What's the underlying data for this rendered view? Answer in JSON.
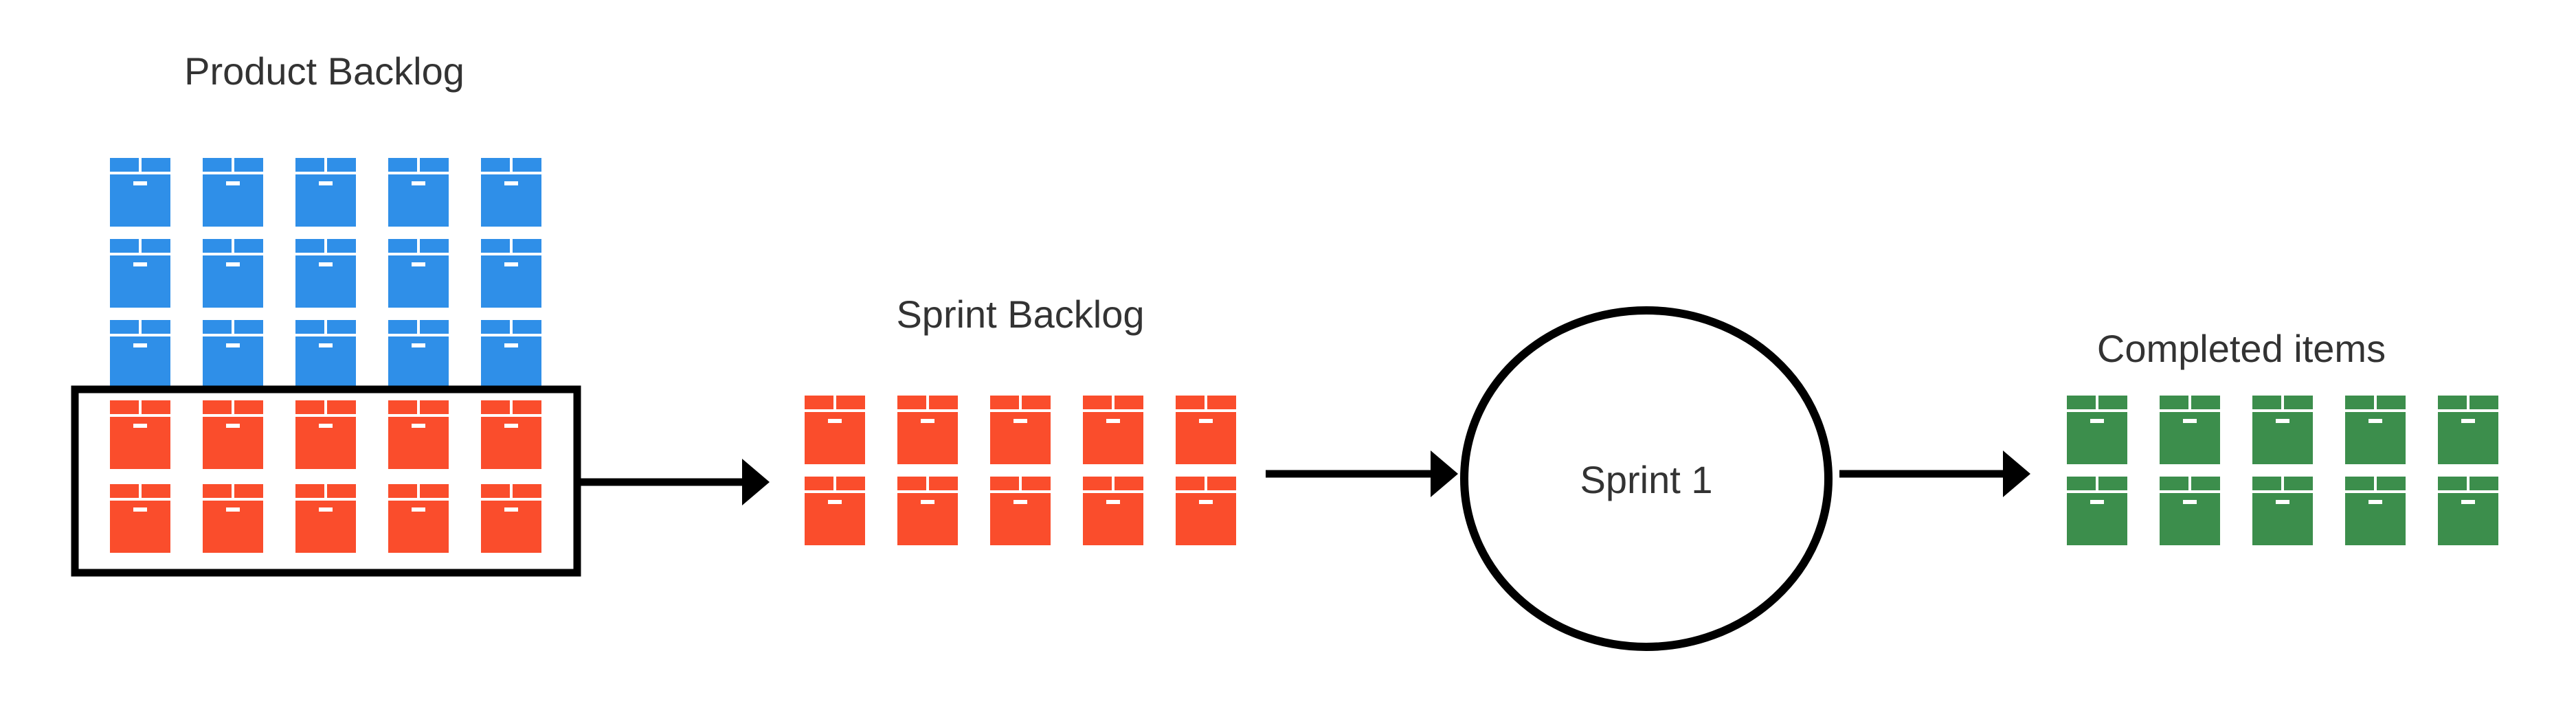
{
  "colors": {
    "backlog_box": "#2f8fe8",
    "sprint_box": "#fa4d2c",
    "done_box": "#3c8e4c",
    "lid_line": "#ffffff",
    "stroke": "#000000",
    "text": "#333333"
  },
  "product_backlog": {
    "title": "Product Backlog",
    "blue_rows": 3,
    "red_rows": 2,
    "columns": 5
  },
  "sprint_backlog": {
    "title": "Sprint Backlog",
    "rows": 2,
    "columns": 5
  },
  "sprint": {
    "label": "Sprint 1"
  },
  "completed": {
    "title": "Completed items",
    "rows": 2,
    "columns": 5
  },
  "icon": "box-icon"
}
